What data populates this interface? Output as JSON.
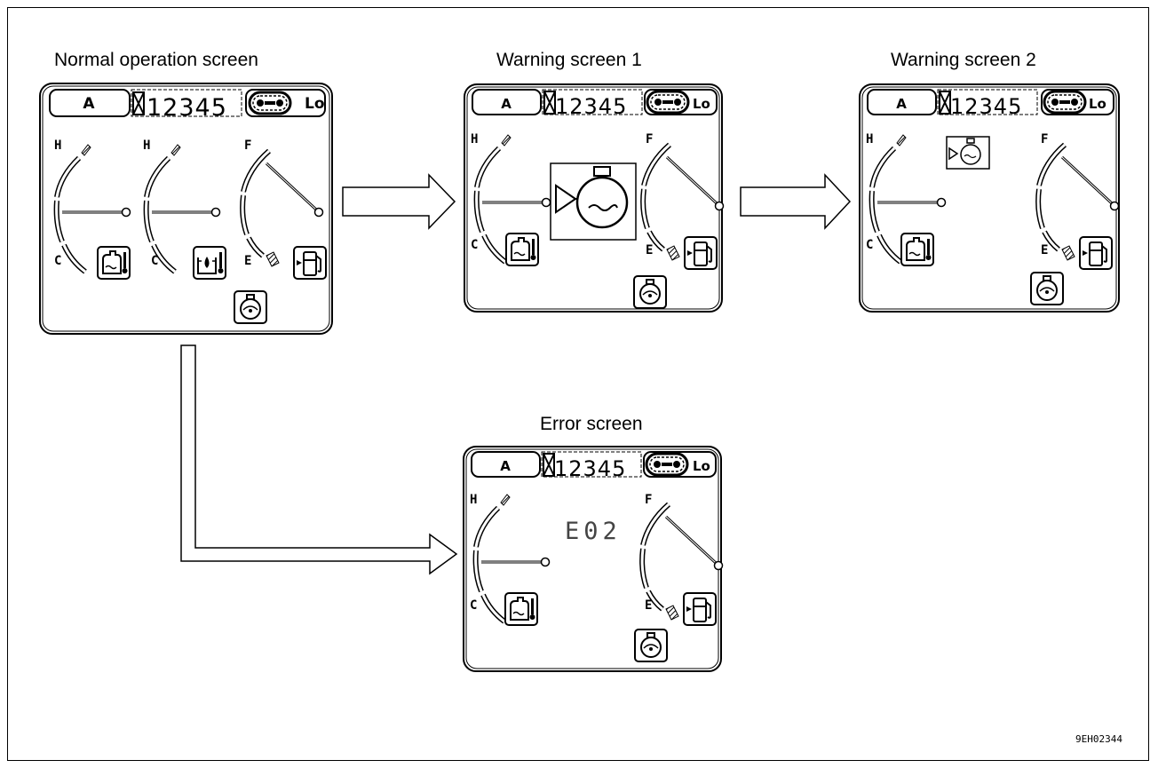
{
  "titles": {
    "normal": "Normal operation screen",
    "warning1": "Warning screen 1",
    "warning2": "Warning screen 2",
    "error": "Error screen"
  },
  "panel": {
    "mode": "A",
    "hour_digits": "12345",
    "speed": "Lo",
    "gauge_hot": "H",
    "gauge_cold": "C",
    "gauge_full": "F",
    "gauge_empty": "E"
  },
  "error_code": "E02",
  "figure_code": "9EH02344",
  "icons": [
    "engine-coolant-temp-icon",
    "hydraulic-oil-temp-icon",
    "fuel-icon",
    "engine-oil-pressure-icon",
    "coolant-level-icon",
    "travel-track-icon",
    "hourmeter-icon"
  ],
  "colors": {
    "line": "#000000",
    "background": "#ffffff"
  }
}
